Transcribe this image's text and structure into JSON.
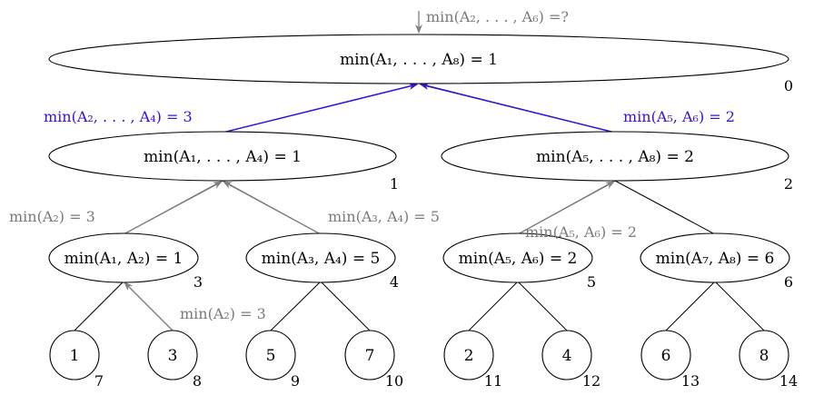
{
  "query": {
    "text": "min(A₂, . . . , A₆) =?"
  },
  "colors": {
    "node_stroke": "#000000",
    "query_gray": "#808080",
    "query_blue": "#3a0fd8",
    "background": "#ffffff"
  },
  "nodes": [
    {
      "id": 0,
      "label": "min(A₁, . . . , A₈) = 1",
      "index": "0"
    },
    {
      "id": 1,
      "label": "min(A₁, . . . , A₄) = 1",
      "index": "1"
    },
    {
      "id": 2,
      "label": "min(A₅, . . . , A₈) = 2",
      "index": "2"
    },
    {
      "id": 3,
      "label": "min(A₁, A₂) = 1",
      "index": "3"
    },
    {
      "id": 4,
      "label": "min(A₃, A₄) = 5",
      "index": "4"
    },
    {
      "id": 5,
      "label": "min(A₅, A₆) = 2",
      "index": "5"
    },
    {
      "id": 6,
      "label": "min(A₇, A₈) = 6",
      "index": "6"
    },
    {
      "id": 7,
      "label": "1",
      "index": "7"
    },
    {
      "id": 8,
      "label": "3",
      "index": "8"
    },
    {
      "id": 9,
      "label": "5",
      "index": "9"
    },
    {
      "id": 10,
      "label": "7",
      "index": "10"
    },
    {
      "id": 11,
      "label": "2",
      "index": "11"
    },
    {
      "id": 12,
      "label": "4",
      "index": "12"
    },
    {
      "id": 13,
      "label": "6",
      "index": "13"
    },
    {
      "id": 14,
      "label": "8",
      "index": "14"
    }
  ],
  "annotations": {
    "left_to_root": "min(A₂, . . . , A₄) = 3",
    "right_to_root": "min(A₅, A₆) = 2",
    "n3_to_n1": "min(A₂) = 3",
    "n4_to_n1": "min(A₃, A₄) = 5",
    "n5_to_n2": "min(A₅, A₆) = 2",
    "leaf_to_n3": "min(A₂) = 3"
  }
}
